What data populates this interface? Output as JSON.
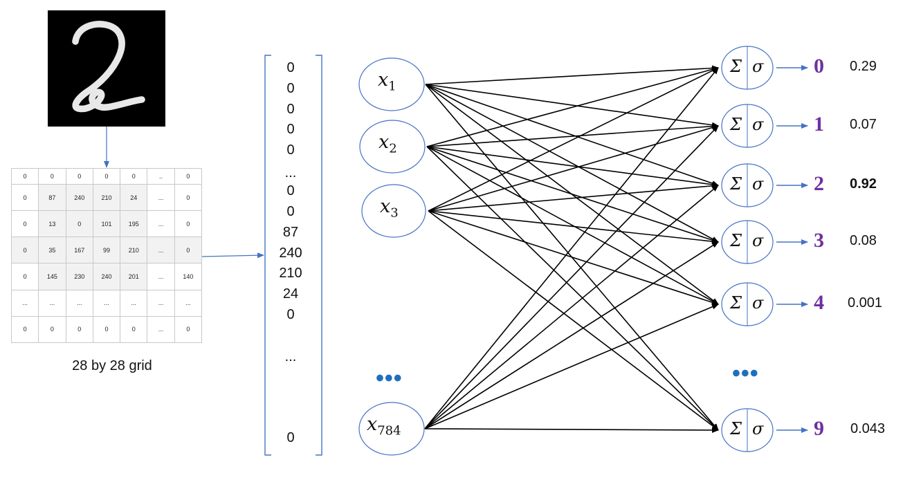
{
  "grid": {
    "rows": [
      [
        "0",
        "0",
        "0",
        "0",
        "0",
        "..",
        "0"
      ],
      [
        "0",
        "87",
        "240",
        "210",
        "24",
        "...",
        "0"
      ],
      [
        "0",
        "13",
        "0",
        "101",
        "195",
        "...",
        "0"
      ],
      [
        "0",
        "35",
        "167",
        "99",
        "210",
        "...",
        "0"
      ],
      [
        "0",
        "145",
        "230",
        "240",
        "201",
        "...",
        "140"
      ],
      [
        "...",
        "...",
        "...",
        "...",
        "...",
        "...",
        "..."
      ],
      [
        "0",
        "0",
        "0",
        "0",
        "0",
        "...",
        "0"
      ]
    ],
    "caption": "28 by 28 grid"
  },
  "vector": [
    "0",
    "0",
    "0",
    "0",
    "0",
    "...",
    "0",
    "0",
    "87",
    "240",
    "210",
    "24",
    "0",
    "...",
    "0"
  ],
  "inputs": [
    {
      "base": "x",
      "sub": "1"
    },
    {
      "base": "x",
      "sub": "2"
    },
    {
      "base": "x",
      "sub": "3"
    },
    {
      "base": "x",
      "sub": "784"
    }
  ],
  "input_ellipsis": "•••",
  "output_ellipsis": "•••",
  "neuron_symbols": {
    "sum": "Σ",
    "activation": "σ"
  },
  "outputs": [
    {
      "label": "0",
      "prob": "0.29"
    },
    {
      "label": "1",
      "prob": "0.07"
    },
    {
      "label": "2",
      "prob": "0.92",
      "bold": true
    },
    {
      "label": "3",
      "prob": "0.08"
    },
    {
      "label": "4",
      "prob": "0.001"
    },
    {
      "label": "9",
      "prob": "0.043"
    }
  ],
  "colors": {
    "arrow": "#4472c4",
    "class_label": "#7030a0",
    "node_stroke": "#4472c4",
    "dots": "#1f6fbf"
  }
}
